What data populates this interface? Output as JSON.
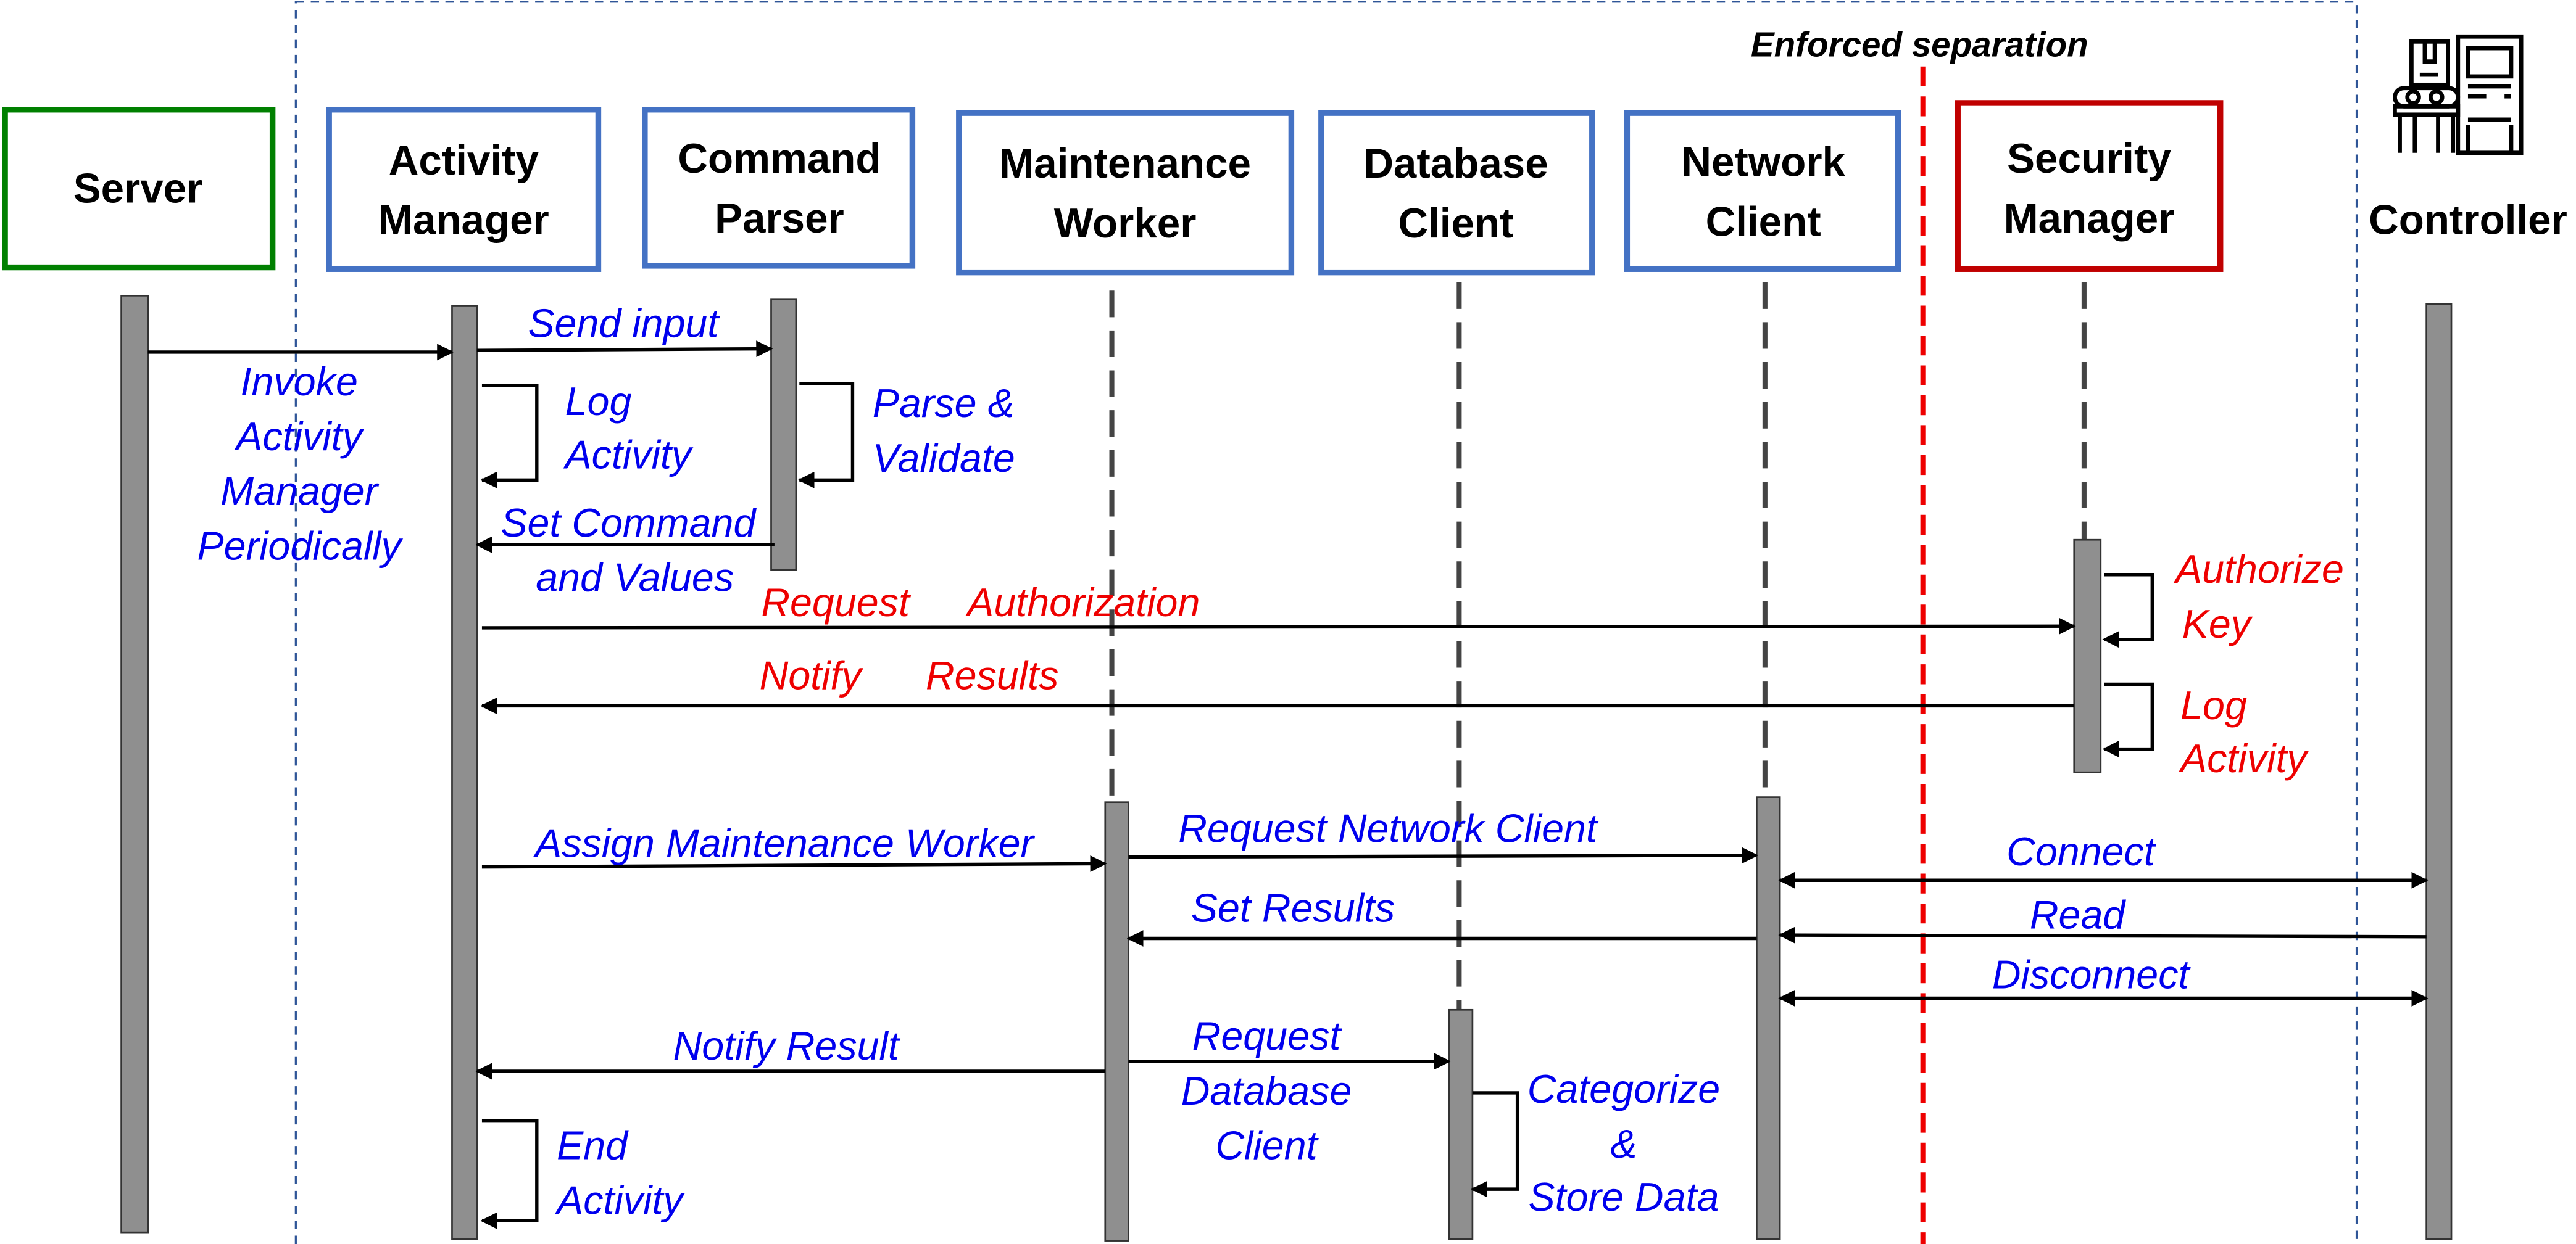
{
  "note": "Enforced separation",
  "participants": {
    "server": [
      "Server"
    ],
    "activity_manager": [
      "Activity",
      "Manager"
    ],
    "command_parser": [
      "Command",
      "Parser"
    ],
    "maintenance_worker": [
      "Maintenance",
      "Worker"
    ],
    "database_client": [
      "Database",
      "Client"
    ],
    "network_client": [
      "Network",
      "Client"
    ],
    "security_manager": [
      "Security",
      "Manager"
    ],
    "controller": [
      "Controller"
    ]
  },
  "messages": {
    "invoke": [
      "Invoke",
      "Activity",
      "Manager",
      "Periodically"
    ],
    "send_input": "Send input",
    "log_activity": [
      "Log",
      "Activity"
    ],
    "parse_validate": [
      "Parse &",
      "Validate"
    ],
    "set_command": [
      "Set Command",
      "and Values"
    ],
    "request_authorization": [
      "Request",
      "Authorization"
    ],
    "notify_results": [
      "Notify",
      "Results"
    ],
    "authorize_key": [
      "Authorize",
      "Key"
    ],
    "sm_log_activity": [
      "Log",
      "Activity"
    ],
    "assign_worker": "Assign Maintenance Worker",
    "request_network_client": "Request Network Client",
    "connect": "Connect",
    "read": "Read",
    "set_results": "Set Results",
    "disconnect": "Disconnect",
    "notify_result": "Notify Result",
    "request_database_client": [
      "Request",
      "Database",
      "Client"
    ],
    "categorize_store": [
      "Categorize",
      "&",
      "Store Data"
    ],
    "end_activity": [
      "End",
      "Activity"
    ]
  },
  "colors": {
    "server_border": "#008000",
    "component_border": "#4472c4",
    "security_border": "#c00000",
    "separation": "#ee0000",
    "message_text": "#0000ee",
    "security_text": "#ee0000"
  }
}
